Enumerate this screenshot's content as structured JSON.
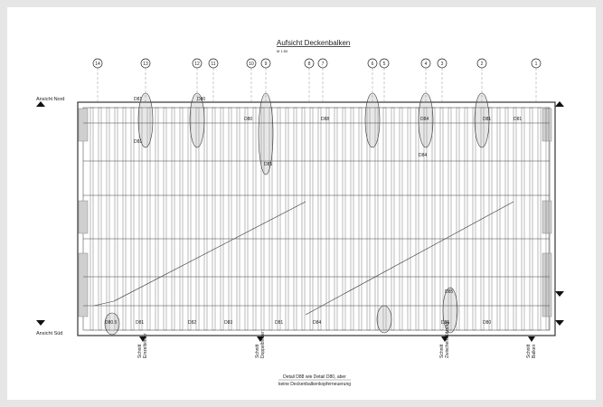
{
  "title": "Aufsicht  Deckenbalken",
  "scale": "M 1:50",
  "views": {
    "north": "Ansicht  Nord",
    "south": "Ansicht  Süd"
  },
  "axes": [
    "14",
    "13",
    "12",
    "11",
    "10",
    "9",
    "8",
    "7",
    "6",
    "5",
    "4",
    "3",
    "2",
    "1"
  ],
  "sections": [
    "Schnitt\nEinzelbinder",
    "Schnitt\nDoppelbinder",
    "Schnitt\nZwischenstützung",
    "Schnitt\nBalken"
  ],
  "footnote": {
    "line1": "Detail  D88  wie  Detail  D80,  aber",
    "line2": "keine  Deckenbalkenkopferneuerung"
  },
  "details_top": [
    "D81",
    "D80",
    "D80",
    "D88",
    "D84",
    "D81",
    "D81"
  ],
  "details_bottom": [
    "D80.5",
    "D81",
    "D82",
    "D83",
    "D81",
    "D84",
    "D85",
    "D80"
  ],
  "details_mid": [
    "D81",
    "D85",
    "D84",
    "D85"
  ]
}
